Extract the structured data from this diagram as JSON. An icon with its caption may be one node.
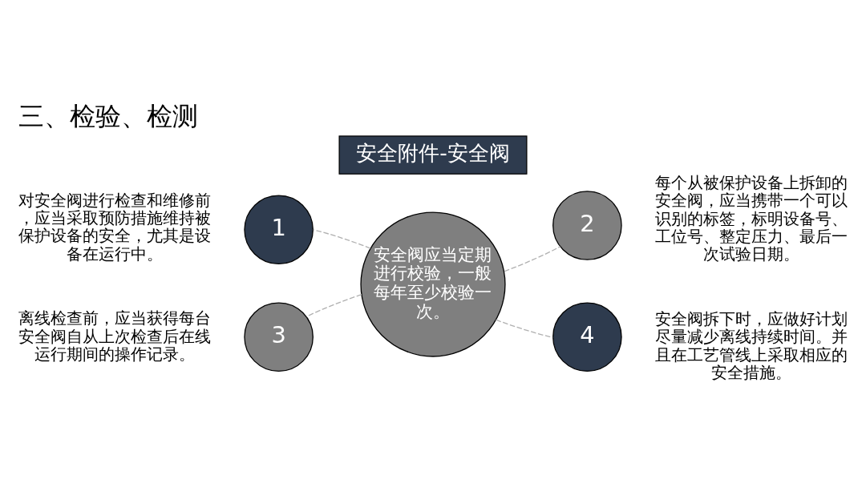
{
  "diagram": {
    "title": "三、检验、检测",
    "nodes": [
      {
        "text": [
          "安全附件-安全阀"
        ]
      },
      {
        "text": [
          "安全阀应当定期进行校验，一般每年至少校验一次。"
        ]
      },
      {
        "text": [
          "1"
        ],
        "beside": [
          "对安全阀进行检查和维修前，应当采取预防措施维持被保护设备的安全，尤其是设备在运行中。"
        ]
      },
      {
        "text": [
          "2"
        ],
        "beside": [
          "每个从被保护设备上拆卸的安全阀，应当携带一个可以识别的标签，标明设备号、工位号、整定压力、最后一次试验日期。"
        ]
      },
      {
        "text": [
          "3"
        ],
        "beside": [
          "离线检查前，应当获得每台安全阀自从上次检查后在线运行期间的操作记录。"
        ]
      },
      {
        "text": [
          "4"
        ],
        "beside": [
          "安全阀拆下时，应做好计划尽量减少离线持续时间。并且在工艺管线上采取相应的安全措施。"
        ]
      }
    ],
    "edges": [
      {
        "from": 1,
        "to": 2,
        "arrow": "none",
        "style": "dashed"
      },
      {
        "from": 1,
        "to": 3,
        "arrow": "none",
        "style": "dashed"
      },
      {
        "from": 1,
        "to": 4,
        "arrow": "none",
        "style": "dashed"
      },
      {
        "from": 1,
        "to": 5,
        "arrow": "none",
        "style": "dashed"
      }
    ]
  }
}
